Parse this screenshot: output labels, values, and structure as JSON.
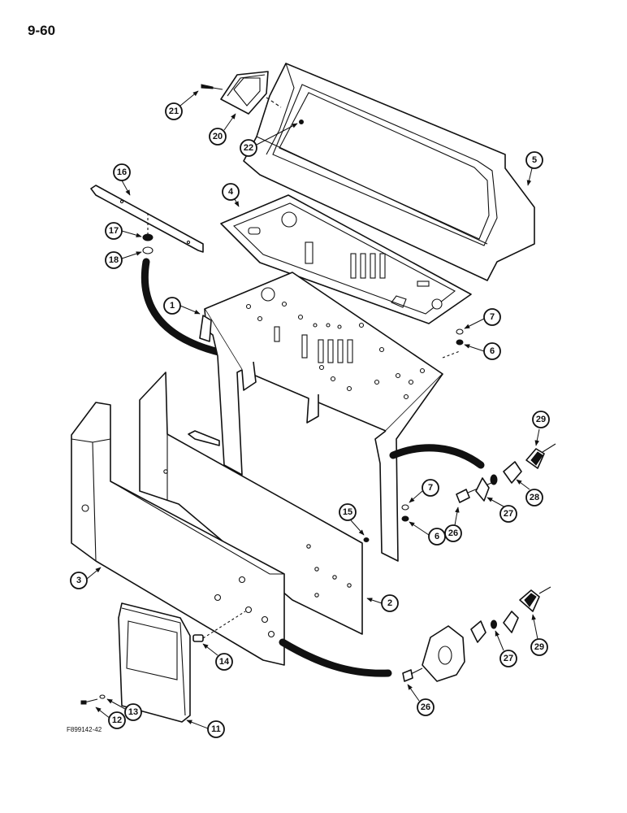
{
  "page_number": "9-60",
  "figure_code": "F899142-42",
  "callouts": [
    "1",
    "2",
    "3",
    "4",
    "5",
    "6",
    "6",
    "7",
    "7",
    "11",
    "12",
    "13",
    "14",
    "15",
    "16",
    "17",
    "18",
    "20",
    "21",
    "22",
    "26",
    "26",
    "27",
    "27",
    "28",
    "29",
    "29"
  ]
}
